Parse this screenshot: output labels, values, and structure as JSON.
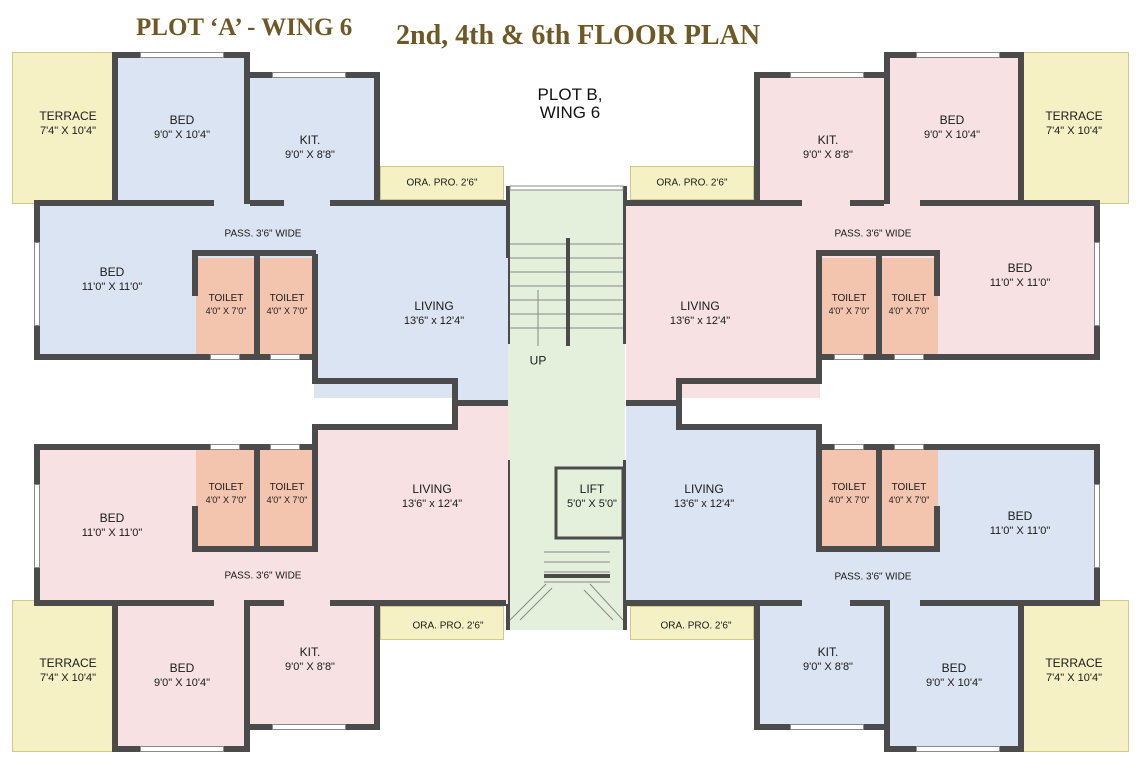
{
  "header": {
    "plot_wing_label": "PLOT ‘A’ - WING 6",
    "plan_title": "2nd, 4th & 6th FLOOR PLAN",
    "plot_b_line1": "PLOT B,",
    "plot_b_line2": "WING 6"
  },
  "colors": {
    "terrace": "#f5f1c5",
    "blue_room": "#dbe4f2",
    "pink_room": "#f7e1e2",
    "toilet": "#f3c5ae",
    "core": "#e4efdc",
    "wall": "#4b4b4b",
    "title": "#6e5826"
  },
  "labels": {
    "terrace": {
      "name": "TERRACE",
      "dim": "7'4\" X 10'4\""
    },
    "bed_small": {
      "name": "BED",
      "dim": "9'0\" X 10'4\""
    },
    "bed_large": {
      "name": "BED",
      "dim": "11'0\" X 11'0\""
    },
    "kit": {
      "name": "KIT.",
      "dim": "9'0\" X 8'8\""
    },
    "living": {
      "name": "LIVING",
      "dim": "13'6\" x 12'4\""
    },
    "toilet": {
      "name": "TOILET",
      "dim": "4'0\" X 7'0\""
    },
    "passage": "PASS. 3'6\" WIDE",
    "ora_pro": "ORA. PRO. 2'6\"",
    "lift": {
      "name": "LIFT",
      "dim": "5'0\" X 5'0\""
    },
    "up": "UP"
  }
}
